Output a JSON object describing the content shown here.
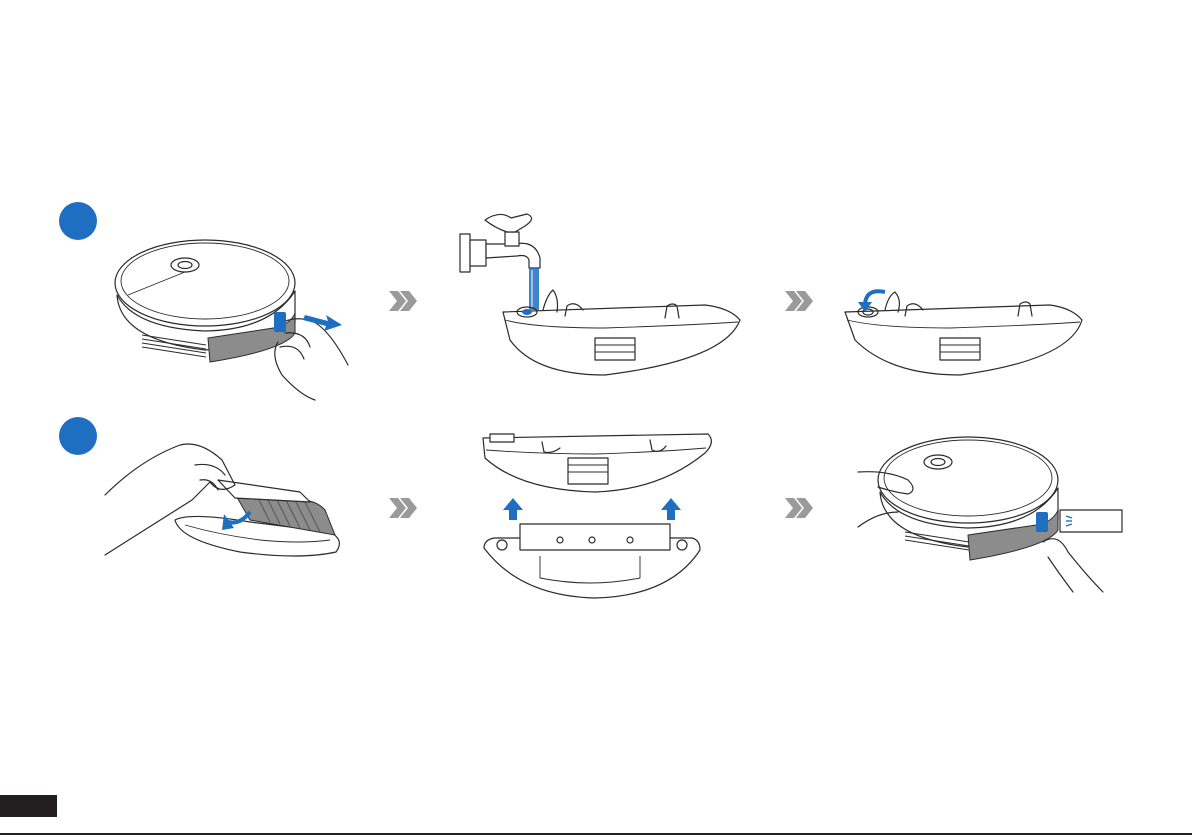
{
  "colors": {
    "accent": "#1e6fc1",
    "line": "#2b2b2b",
    "mop_gray": "#8c8c8c",
    "chevron_gray": "#9a9a9a",
    "footer": "#231f20"
  },
  "steps": [
    {
      "id": "step-1",
      "panels": [
        "remove-water-tank",
        "fill-water-tank",
        "close-tank-plug"
      ]
    },
    {
      "id": "step-2",
      "panels": [
        "attach-mop-pad",
        "attach-mop-bracket",
        "install-water-tank"
      ]
    }
  ],
  "icons": [
    "chevron-right-double-icon",
    "arrow-right-icon",
    "arrow-up-icon",
    "curved-arrow-icon",
    "water-faucet-icon"
  ]
}
